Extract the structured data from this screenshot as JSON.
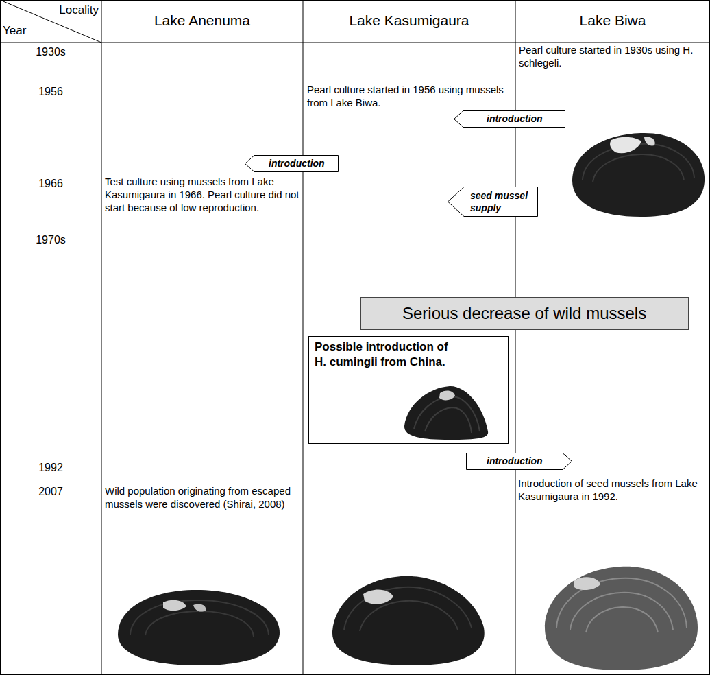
{
  "diagram": {
    "nodes": [
      {
        "text": [
          "introduction"
        ]
      },
      {
        "text": [
          "introduction"
        ]
      },
      {
        "text": [
          "seed mussel supply"
        ]
      },
      {
        "text": [
          "Serious decrease of wild mussels"
        ]
      },
      {
        "text": [
          "Possible introduction of H. cumingii from China."
        ]
      },
      {
        "text": [
          "introduction"
        ]
      }
    ],
    "labels": [
      "Locality",
      "Year",
      "Lake Anenuma",
      "Lake Kasumigaura",
      "Lake Biwa",
      "1930s",
      "Pearl culture started in 1930s using H. schlegeli.",
      "1956",
      "Pearl culture started in 1956 using mussels from Lake Biwa.",
      "1966",
      "Test culture using mussels from Lake Kasumigaura in 1966. Pearl culture did not start because of low reproduction.",
      "1970s",
      "1992",
      "Introduction of seed mussels from Lake Kasumigaura in 1992.",
      "2007",
      "Wild population originating from escaped mussels were discovered (Shirai, 2008)"
    ]
  }
}
